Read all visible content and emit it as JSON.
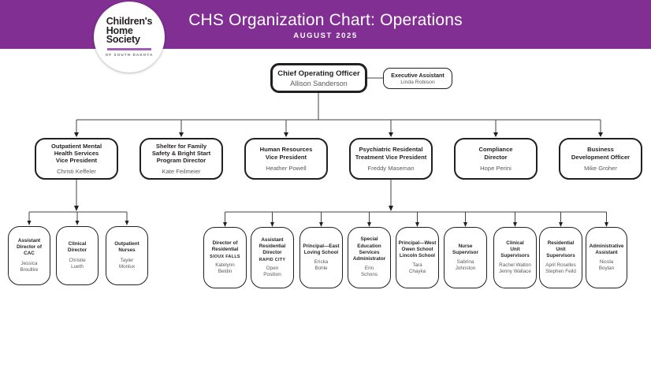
{
  "header": {
    "title": "CHS Organization Chart: Operations",
    "subtitle": "AUGUST 2025"
  },
  "logo": {
    "name_lines": "Children's\nHome\nSociety",
    "tagline": "OF SOUTH DAKOTA"
  },
  "org": {
    "coo": {
      "title": "Chief Operating Officer",
      "name": "Allison Sanderson"
    },
    "executive_assistant": {
      "title": "Executive Assistant",
      "name": "Linda Robison"
    },
    "level2": [
      {
        "title": "Outpatient Mental\nHealth Services\nVice President",
        "name": "Christi Keffeler"
      },
      {
        "title": "Shelter for Family\nSafety & Bright Start\nProgram Director",
        "name": "Kate Feilmeier"
      },
      {
        "title": "Human Resources\nVice President",
        "name": "Heather Powell"
      },
      {
        "title": "Psychiatric Residental\nTreatment Vice President",
        "name": "Freddy Maseman"
      },
      {
        "title": "Compliance\nDirector",
        "name": "Hope Perini"
      },
      {
        "title": "Business\nDevelopment Officer",
        "name": "Mike Groher"
      }
    ],
    "outpatient_reports": [
      {
        "title": "Assistant\nDirector of\nCAC",
        "name": "Jessica\nBroullire"
      },
      {
        "title": "Clinical\nDirector",
        "name": "Christie\nLueth"
      },
      {
        "title": "Outpatient\nNurses",
        "name": "Tayler\nMonlux"
      }
    ],
    "residential_reports": [
      {
        "title": "Director of\nResidential",
        "location": "SIOUX FALLS",
        "name": "Katelynn\nBeldin"
      },
      {
        "title": "Assistant\nResidential\nDirector",
        "location": "RAPID CITY",
        "name": "Open\nPosition"
      },
      {
        "title": "Principal—East\nLoving School",
        "name": "Ericka\nBohle"
      },
      {
        "title": "Special\nEducation\nServices\nAdministrator",
        "name": "Erin\nSchons"
      },
      {
        "title": "Principal—West\nOwen School\nLincoln School",
        "name": "Tara\nChayka"
      },
      {
        "title": "Nurse\nSupervisor",
        "name": "Sabrina\nJohnston"
      },
      {
        "title": "Clinical\nUnit\nSupervisors",
        "name": "Rachel Walton\nJenny Wallace"
      },
      {
        "title": "Residential\nUnit\nSupervisors",
        "name": "April Roselles\nStephen Feild"
      },
      {
        "title": "Administrative\nAssistant",
        "name": "Nicola\nBoylan"
      }
    ]
  },
  "colors": {
    "header_purple": "#812F92",
    "logo_underline": "#A05FB5",
    "box_border": "#231F20",
    "name_gray": "#58595B"
  }
}
